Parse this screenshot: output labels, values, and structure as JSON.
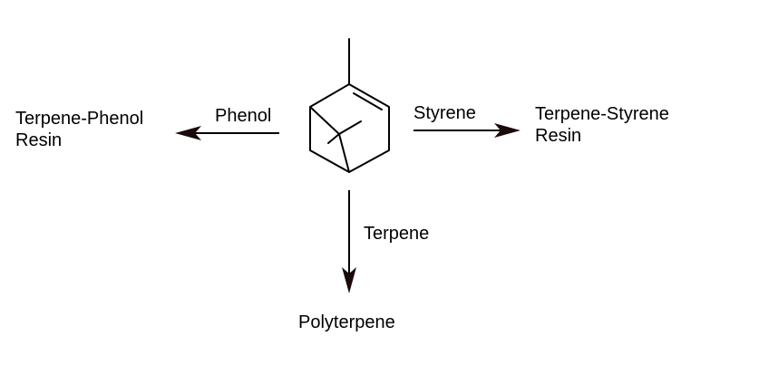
{
  "reactions": {
    "left": {
      "reagent": "Phenol",
      "product_lines": [
        "Terpene-Phenol",
        "Resin"
      ]
    },
    "right": {
      "reagent": "Styrene",
      "product_lines": [
        "Terpene-Styrene",
        "Resin"
      ]
    },
    "bottom": {
      "reagent": "Terpene",
      "product": "Polyterpene"
    }
  },
  "colors": {
    "line": "#000000",
    "arrowhead": "#1a0a0a",
    "background": "#ffffff"
  }
}
